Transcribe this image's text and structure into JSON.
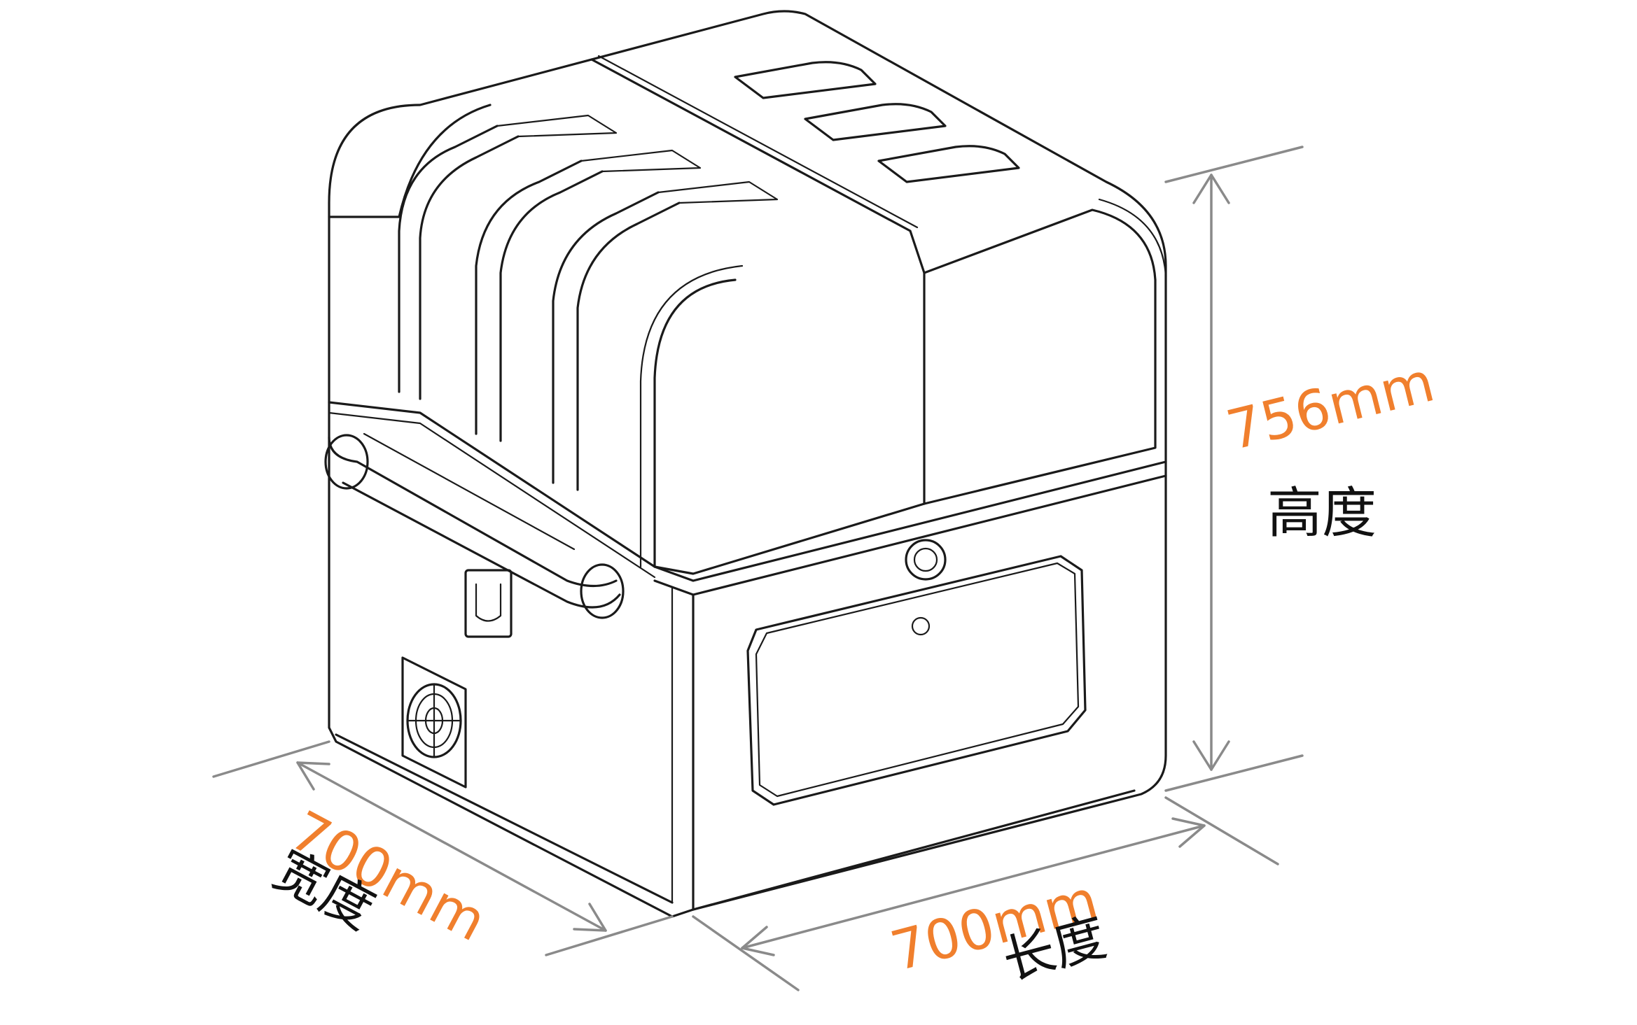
{
  "dimensions": {
    "height": {
      "value": "756mm",
      "label": "高度"
    },
    "width": {
      "value": "700mm",
      "label": "宽度"
    },
    "length": {
      "value": "700mm",
      "label": "长度"
    }
  },
  "colors": {
    "value_accent": "#f07f2d",
    "dimension_line": "#8a8a8a",
    "outline": "#1a1a1a"
  }
}
